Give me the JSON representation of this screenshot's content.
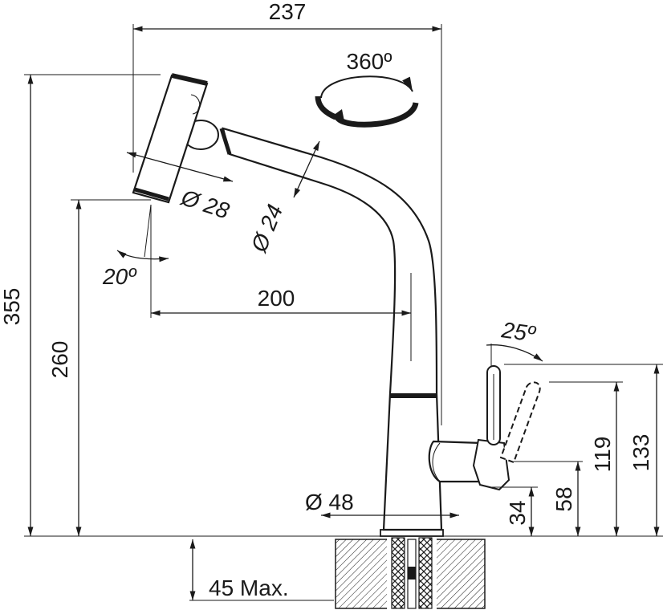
{
  "dimensions": {
    "overall_reach": "237",
    "rotation": "360º",
    "head_diameter": "Ø 28",
    "spout_diameter": "Ø 24",
    "head_angle": "20º",
    "spout_reach": "200",
    "total_height": "355",
    "outlet_height": "260",
    "lever_angle": "25º",
    "base_diameter": "Ø 48",
    "handle_base_height": "34",
    "handle_pivot_height": "58",
    "handle_height": "119",
    "handle_max_height": "133",
    "max_counter_thickness": "45 Max."
  },
  "colors": {
    "line": "#1a1a1a",
    "fill": "#ffffff"
  }
}
